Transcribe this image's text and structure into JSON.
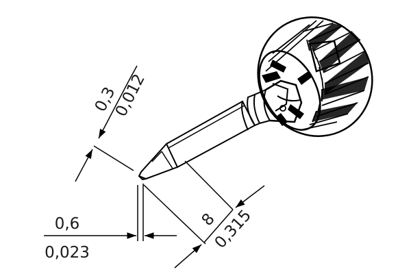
{
  "dimensions": {
    "tip_width_mm": "0,3",
    "tip_width_in": "0,012",
    "tip_thickness_mm": "0,6",
    "tip_thickness_in": "0,023",
    "shank_diameter_mm": "8",
    "shank_diameter_in": "0,315"
  },
  "colors": {
    "ink": "#000000",
    "text": "#1a1a1a",
    "background": "#ffffff"
  }
}
